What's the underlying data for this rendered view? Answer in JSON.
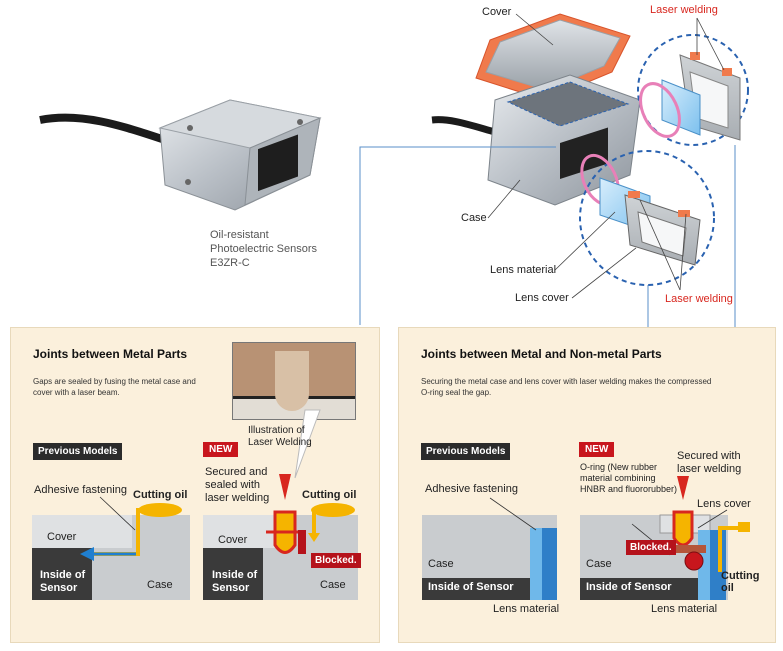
{
  "top": {
    "sensor_caption": [
      "Oil-resistant",
      "Photoelectric Sensors",
      "E3ZR-C"
    ],
    "labels": {
      "cover": "Cover",
      "laser_welding_top": "Laser welding",
      "case": "Case",
      "lens_material": "Lens material",
      "lens_cover": "Lens cover",
      "laser_welding_bottom": "Laser welding"
    }
  },
  "left_panel": {
    "title": "Joints between Metal Parts",
    "description": [
      "Gaps are sealed by fusing the metal case and",
      "cover with a laser beam."
    ],
    "photo_caption": [
      "Illustration of",
      "Laser Welding"
    ],
    "previous_tag": "Previous Models",
    "new_tag": "NEW",
    "prev": {
      "adhesive": "Adhesive fastening",
      "cutting_oil": "Cutting oil",
      "cover": "Cover",
      "inside": [
        "Inside of",
        "Sensor"
      ],
      "case": "Case"
    },
    "new": {
      "secured": [
        "Secured and",
        "sealed with",
        "laser welding"
      ],
      "cutting_oil": "Cutting oil",
      "cover": "Cover",
      "blocked": "Blocked.",
      "inside": [
        "Inside of",
        "Sensor"
      ],
      "case": "Case"
    }
  },
  "right_panel": {
    "title": "Joints between Metal and Non-metal Parts",
    "description": [
      "Securing the metal case and lens cover with laser welding makes the compressed",
      "O-ring seal the gap."
    ],
    "previous_tag": "Previous Models",
    "new_tag": "NEW",
    "prev": {
      "adhesive": "Adhesive fastening",
      "case": "Case",
      "inside": "Inside of Sensor",
      "lens_material": "Lens material"
    },
    "new": {
      "oring": [
        "O-ring (New rubber",
        "material combining",
        "HNBR and fluororubber)"
      ],
      "secured": [
        "Secured with",
        "laser welding"
      ],
      "lens_cover": "Lens cover",
      "blocked": "Blocked.",
      "case": "Case",
      "inside": "Inside of Sensor",
      "cutting_oil": [
        "Cutting",
        "oil"
      ],
      "lens_material": "Lens material"
    }
  },
  "colors": {
    "panel_bg": "#fbf0dc",
    "oil": "#f5b400",
    "leak_arrow": "#1f7fd0",
    "weld_red": "#d8271f",
    "dashed_circle": "#2a62b0",
    "lens_blue": "#6fb8ea"
  }
}
